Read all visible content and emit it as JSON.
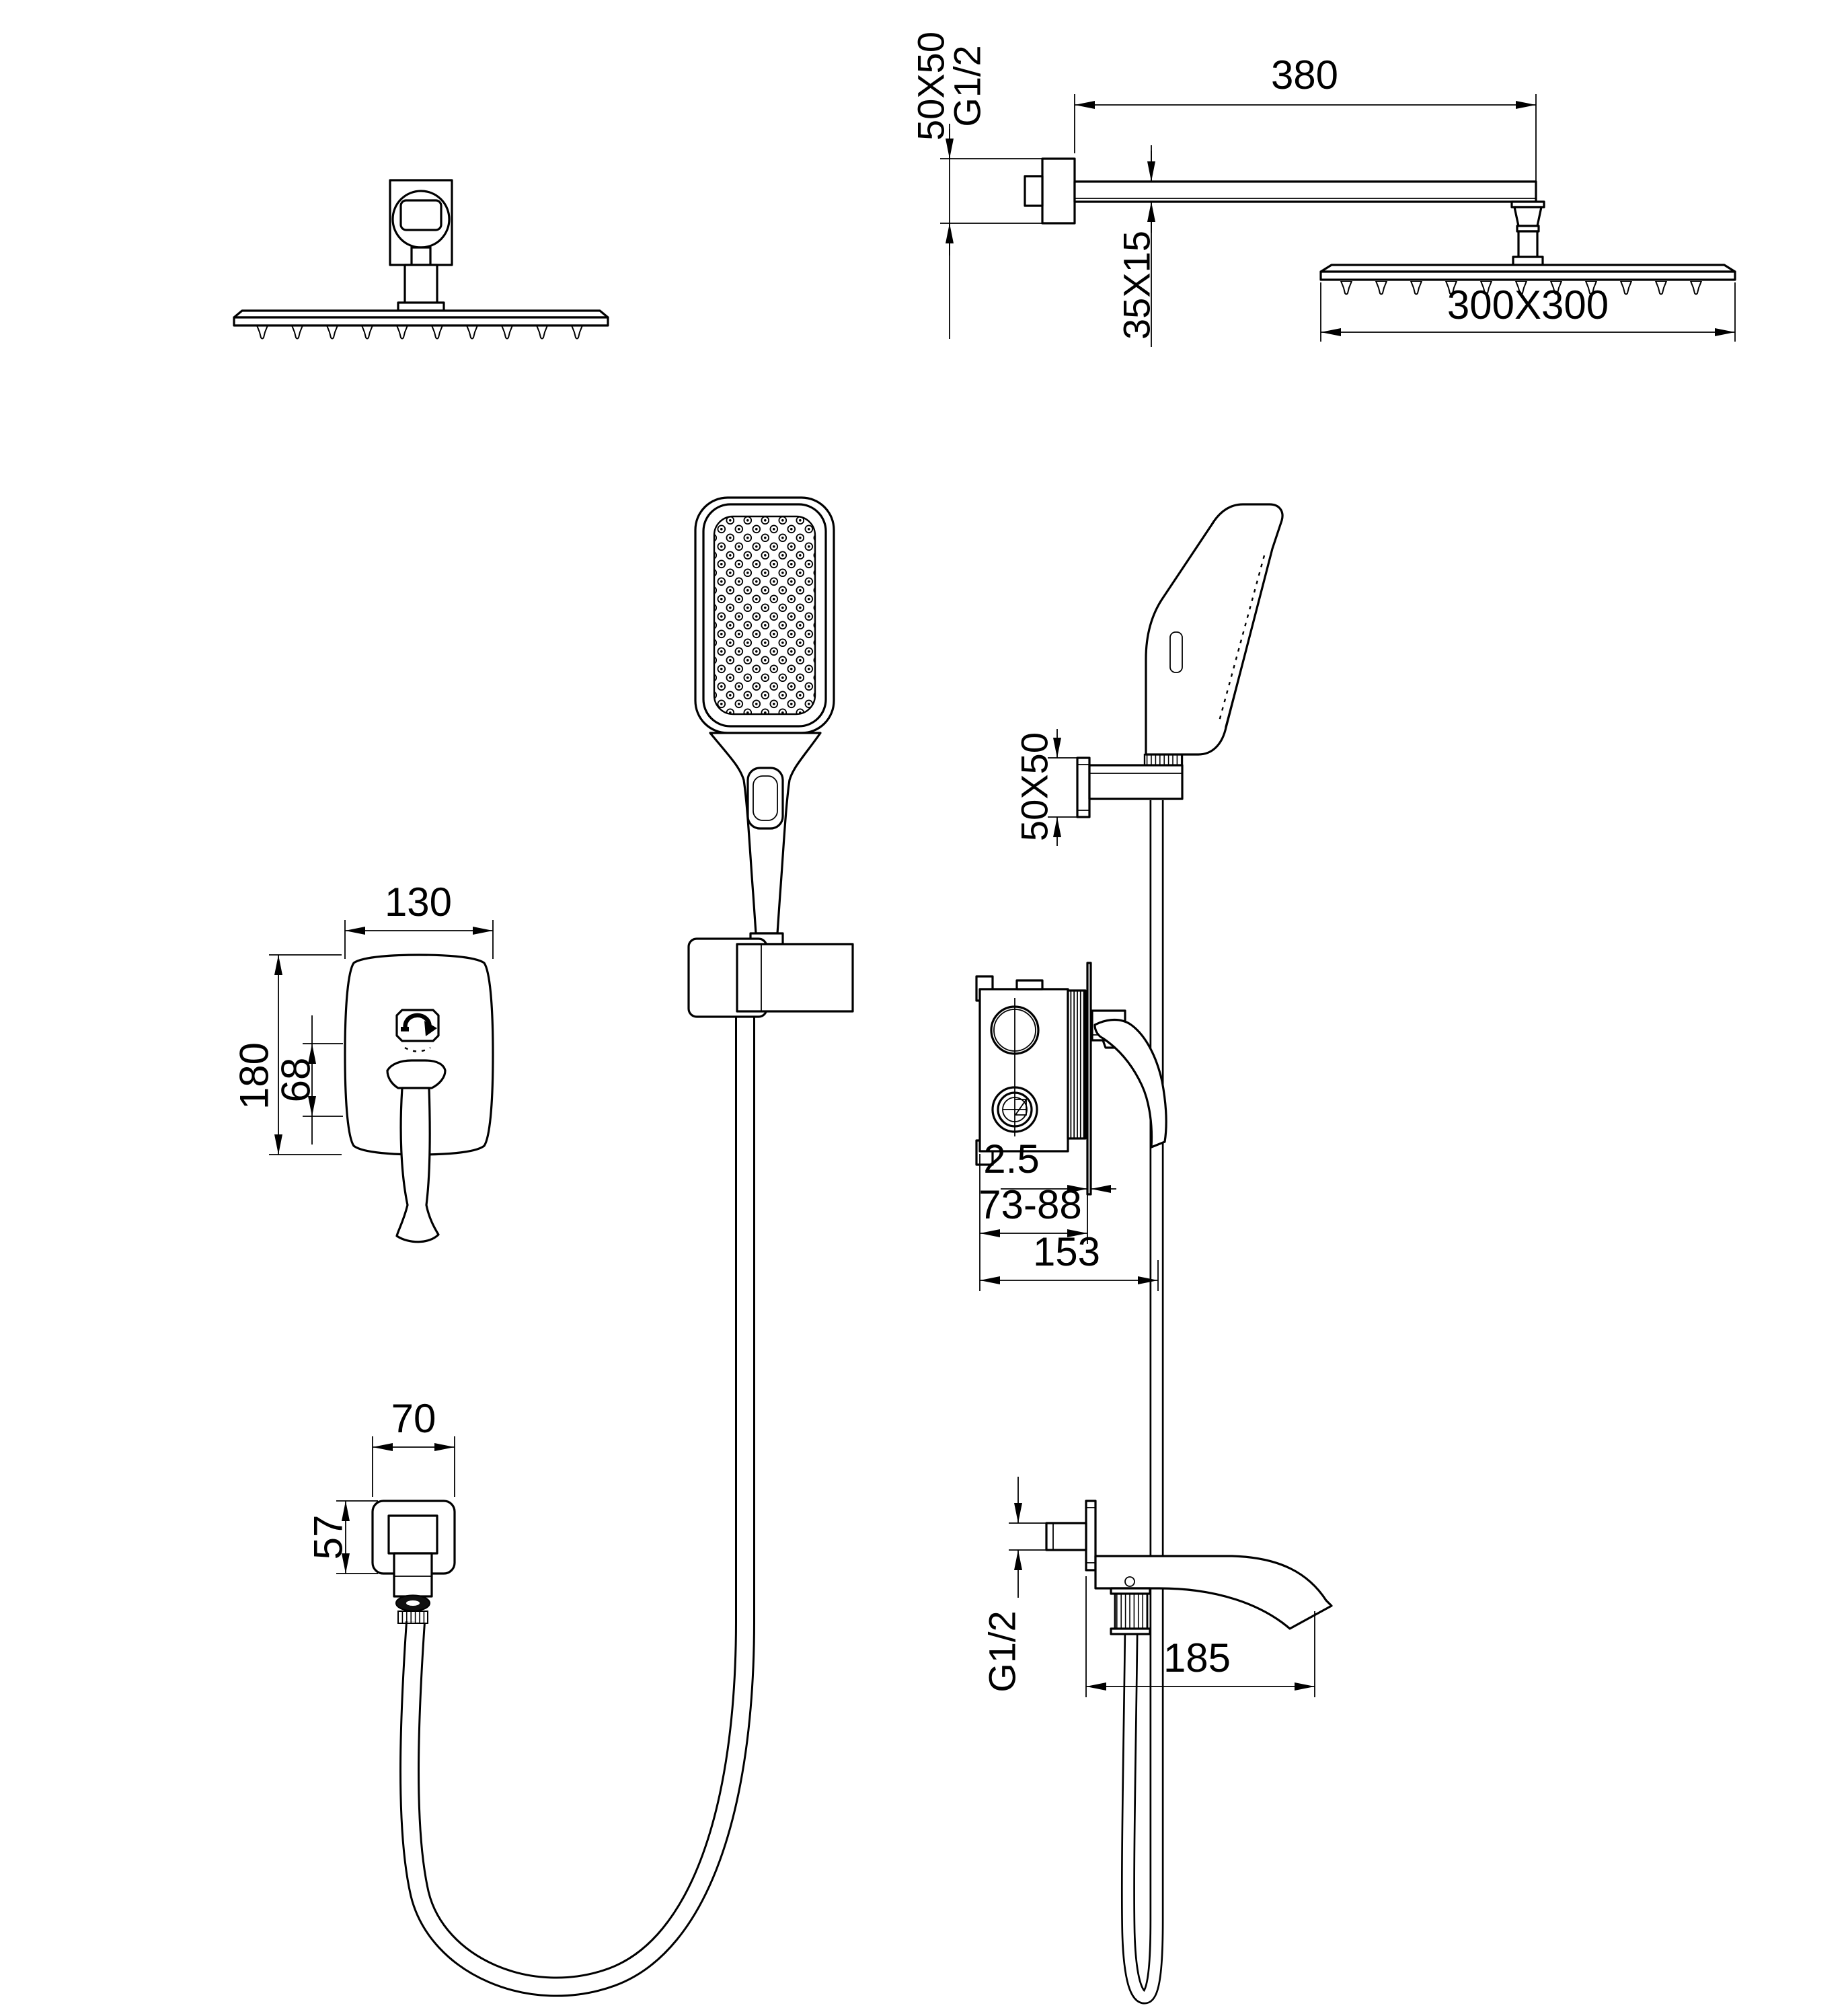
{
  "drawing": {
    "type": "technical-installation-drawing",
    "subject": "concealed shower system with rain head, hand shower, mixer valve and tub spout",
    "colors": {
      "line": "#000000",
      "background": "#ffffff"
    },
    "rain_side": {
      "arm_length": "380",
      "wall_plate": "50X50",
      "thread": "G1/2",
      "arm_profile": "35X15",
      "head_size": "300X300"
    },
    "trim": {
      "width": "130",
      "height": "180",
      "spacing": "68"
    },
    "holder": {
      "plate": "50X50"
    },
    "valve": {
      "plate_thickness": "2.5",
      "depth_range": "73-88",
      "total_depth": "153"
    },
    "elbow": {
      "width": "70",
      "height": "57"
    },
    "spout": {
      "thread": "G1/2",
      "length": "185"
    }
  }
}
